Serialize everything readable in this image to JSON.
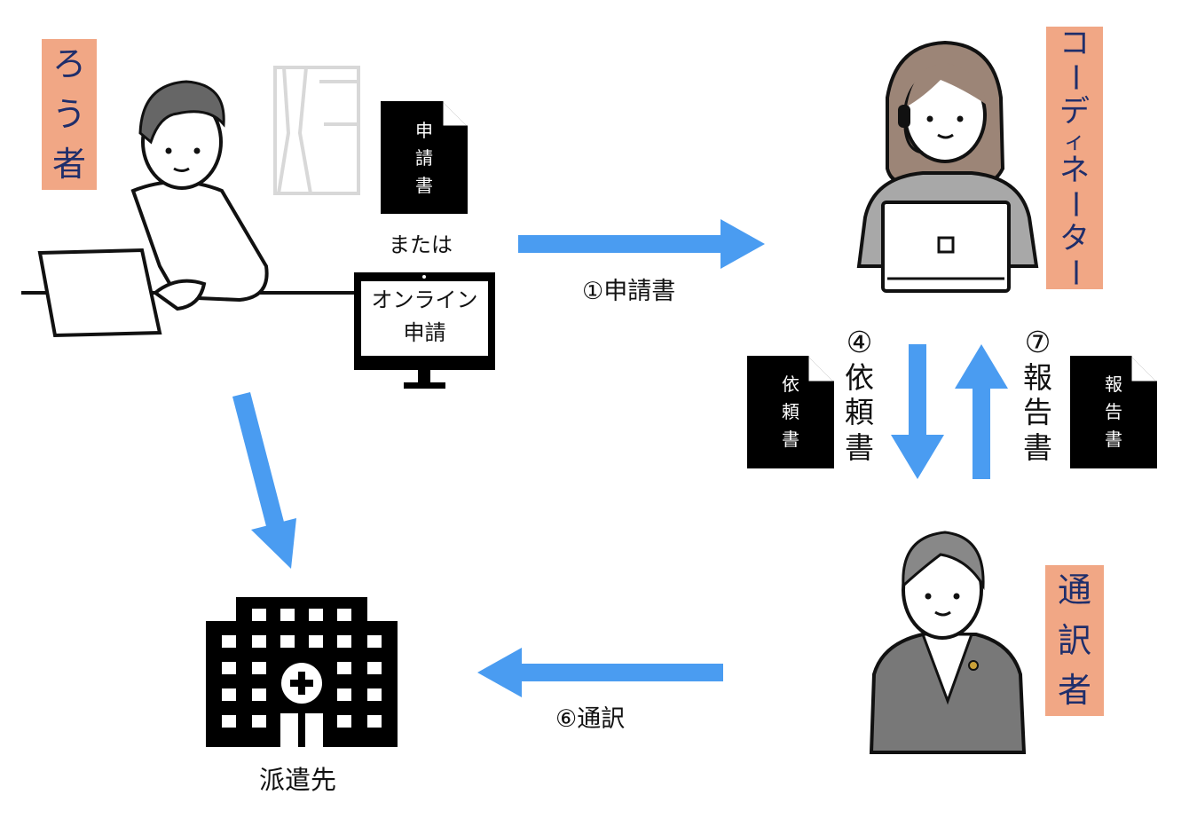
{
  "roles": {
    "deaf": [
      "ろ",
      "う",
      "者"
    ],
    "coordinator": [
      "コ",
      "ー",
      "デ",
      "ィ",
      "ネ",
      "ー",
      "タ",
      "ー"
    ],
    "interpreter": [
      "通",
      "訳",
      "者"
    ]
  },
  "docs": {
    "application": [
      "申",
      "請",
      "書"
    ],
    "request": [
      "依",
      "頼",
      "書"
    ],
    "report": [
      "報",
      "告",
      "書"
    ]
  },
  "or_text": "または",
  "online": {
    "line1": "オンライン",
    "line2": "申請"
  },
  "steps": {
    "s1": "①申請書",
    "s4": [
      "④",
      "依",
      "頼",
      "書"
    ],
    "s7": [
      "⑦",
      "報",
      "告",
      "書"
    ],
    "s6": "⑥通訳"
  },
  "destination": "派遣先",
  "colors": {
    "arrow": "#4a9cf1",
    "label_bg": "#f1a785",
    "label_text": "#1f2e6b"
  }
}
